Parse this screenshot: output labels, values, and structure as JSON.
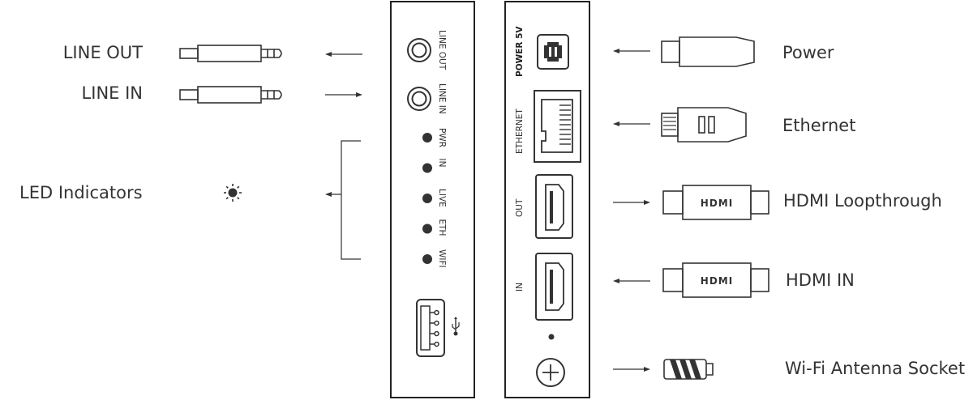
{
  "left_labels": {
    "line_out": "LINE OUT",
    "line_in": "LINE IN",
    "led_indicators": "LED Indicators"
  },
  "right_labels": {
    "power": "Power",
    "ethernet": "Ethernet",
    "hdmi_loop": "HDMI Loopthrough",
    "hdmi_in": "HDMI IN",
    "wifi": "Wi-Fi Antenna Socket"
  },
  "panel_left": {
    "line_out": "LINE OUT",
    "line_in": "LINE IN",
    "leds": [
      "PWR",
      "IN",
      "LIVE",
      "ETH",
      "WIFI"
    ]
  },
  "panel_right": {
    "power": "POWER 5V",
    "ethernet": "ETHERNET",
    "out": "OUT",
    "in": "IN"
  },
  "cable_text": {
    "hdmi_loop": "HDMI",
    "hdmi_in": "HDMI"
  },
  "icons": {
    "led": "sun-icon",
    "usb": "usb-icon",
    "wifi_socket": "plus-circle-icon"
  },
  "colors": {
    "ink": "#333333",
    "background": "#ffffff"
  }
}
